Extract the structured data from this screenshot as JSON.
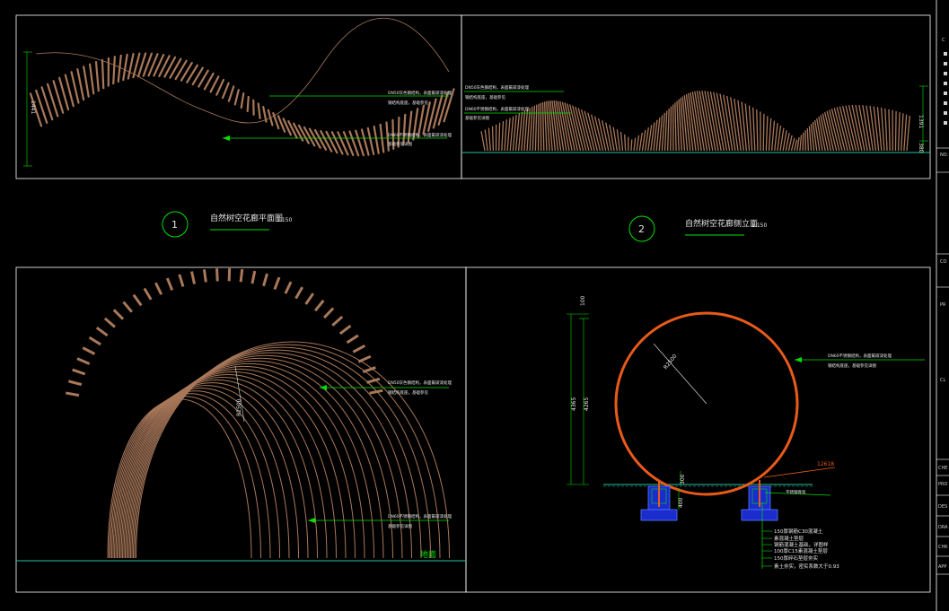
{
  "view1": {
    "number": "1",
    "title": "自然树空花廊平面图",
    "scale": "1:150"
  },
  "view2": {
    "number": "2",
    "title": "自然树空花廊侧立面",
    "scale": "1:150"
  },
  "callouts": {
    "plan_a": [
      "DN50灰色钢结构，表面氟碳漆处理",
      "钢结构底座，基础参见"
    ],
    "plan_b": [
      "DN60不锈钢结构，表面氟碳漆处理",
      "基础参见详图"
    ],
    "elev_a": [
      "DN50灰色钢结构，表面氟碳漆处理",
      "钢结构底座，基础参见"
    ],
    "elev_b": [
      "DN60不锈钢结构，表面氟碳漆处理",
      "基础参见详图"
    ],
    "front_a": [
      "DN50灰色钢结构，表面氟碳漆处理",
      "钢结构底座，基础参见"
    ],
    "front_b": [
      "DN60不锈钢结构，表面氟碳漆处理",
      "基础参见详图"
    ],
    "sect_a": [
      "DN60不锈钢结构，表面氟碳漆处理",
      "钢结构底座，基础参见详图"
    ],
    "sect_b": "不锈钢骨架",
    "sect_layers": [
      "150厚钢筋C30混凝土",
      "素混凝土垫层",
      "钢筋混凝土基础，详图样",
      "100厚C15素混凝土垫层",
      "150厚碎石垫层夯实",
      "素土夯实，密实系数大于0.93"
    ]
  },
  "dims": {
    "plan_width": "1441",
    "elev_height": "1391",
    "elev_base": "380",
    "front_radius": "R2500",
    "sect_radius": "R2500",
    "sect_top": "100",
    "sect_total": "4365",
    "sect_inner": "4265",
    "sect_foot": "300",
    "sect_pad": "400",
    "sect_ref": "12618"
  },
  "ground_label": "地面",
  "title_block": [
    "C",
    "NO.",
    "CO",
    "PR",
    "CL",
    "CHE",
    "PRO",
    "DES",
    "DRA",
    "CHK",
    "APP"
  ],
  "colors": {
    "background": "#000000",
    "frame": "#ffffff",
    "structure": "#a9785a",
    "leader": "#00e000",
    "ground": "#22c0a0",
    "ring": "#e85a1a",
    "footing": "#3050ff",
    "text": "#e6e6e6"
  }
}
